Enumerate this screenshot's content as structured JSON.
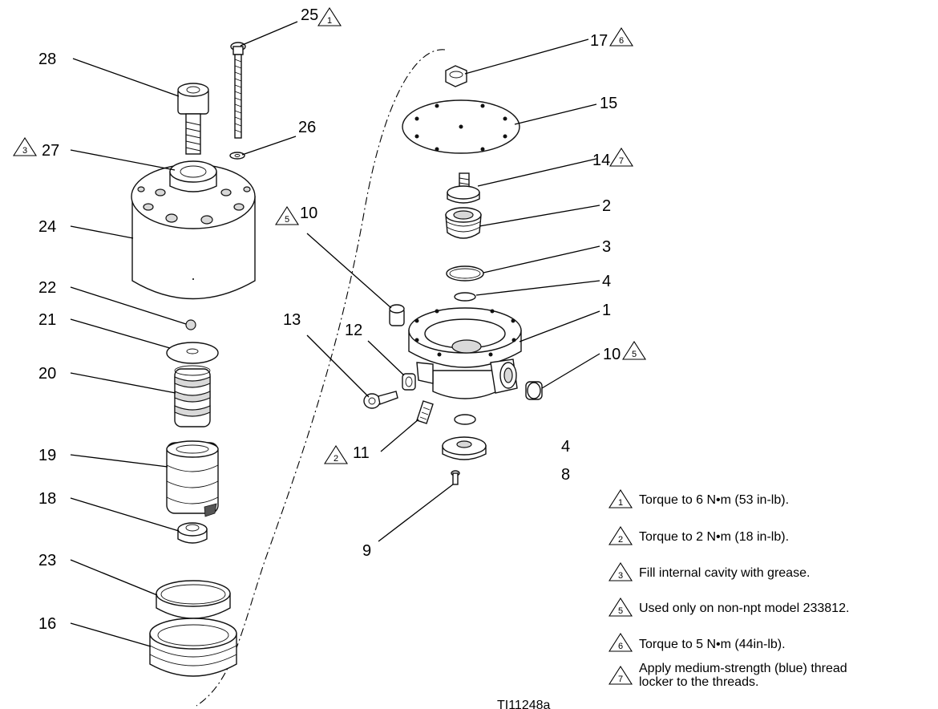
{
  "part_labels": {
    "p1": "1",
    "p2": "2",
    "p3": "3",
    "p4": "4",
    "p4b": "4",
    "p8": "8",
    "p9": "9",
    "p10a": "10",
    "p10b": "10",
    "p11": "11",
    "p12": "12",
    "p13": "13",
    "p14": "14",
    "p15": "15",
    "p16": "16",
    "p17": "17",
    "p18": "18",
    "p19": "19",
    "p20": "20",
    "p21": "21",
    "p22": "22",
    "p23": "23",
    "p24": "24",
    "p25": "25",
    "p26": "26",
    "p27": "27",
    "p28": "28"
  },
  "note_markers": {
    "m1": "1",
    "m2": "2",
    "m3": "3",
    "m5": "5",
    "m6": "6",
    "m7": "7"
  },
  "notes": {
    "n1": "Torque to 6 N•m (53 in-lb).",
    "n2": "Torque to 2 N•m (18 in-lb).",
    "n3": "Fill internal cavity with grease.",
    "n5": "Used only on non-npt model 233812.",
    "n6": "Torque to 5 N•m (44in-lb).",
    "n7_line1": "Apply medium-strength (blue) thread",
    "n7_line2": "locker to the threads."
  },
  "figure_id": "TI11248a"
}
